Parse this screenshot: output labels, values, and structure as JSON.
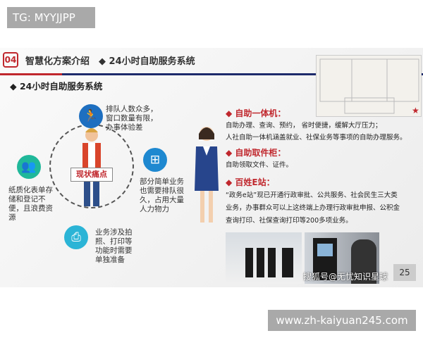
{
  "overlay_tag": "TG: MYYJJPP",
  "overlay_url": "www.zh-kaiyuan245.com",
  "slide": {
    "section_number": "04",
    "header_title": "智慧化方案介绍　◆ 24小时自助服务系统",
    "subtitle": "◆ 24小时自助服务系统",
    "center_label": "现状痛点",
    "pain_points": [
      {
        "icon": "running-person-icon",
        "text": "排队人数众多，窗口数量有限，办事体验差"
      },
      {
        "icon": "network-icon",
        "text": "部分简单业务也需要排队很久，占用大量人力物力"
      },
      {
        "icon": "printer-icon",
        "text": "业务涉及拍照、打印等功能时需要单独准备"
      },
      {
        "icon": "people-group-icon",
        "text": "纸质化表单存储和登记不便，且浪费资源"
      }
    ],
    "sections": [
      {
        "heading": "◆ 自助一体机：",
        "lines": [
          "自助办理、查询、预约，  省时便捷，缓解大厅压力；",
          "人社自助一体机涵盖就业、社保业务等事项的自助办理服务。"
        ]
      },
      {
        "heading": "◆ 自助取件柜：",
        "lines": [
          "自助领取文件、证件。"
        ]
      },
      {
        "heading": "◆ 百姓E站：",
        "lines": [
          "“政务e站”现已开通行政审批、公共服务、社会民生三大类",
          "业务，办事群众可以上这终端上办理行政审批申报、公积金",
          "查询打印、社保查询打印等200多项业务。"
        ]
      }
    ],
    "photo_watermark": "搜狐号@无忧知识星球",
    "page_number": "25",
    "colors": {
      "accent": "#c0272d",
      "navy": "#1d2a6b",
      "blue": "#1e6fc0",
      "teal": "#20b89a",
      "cyan": "#2bb4d6"
    }
  }
}
